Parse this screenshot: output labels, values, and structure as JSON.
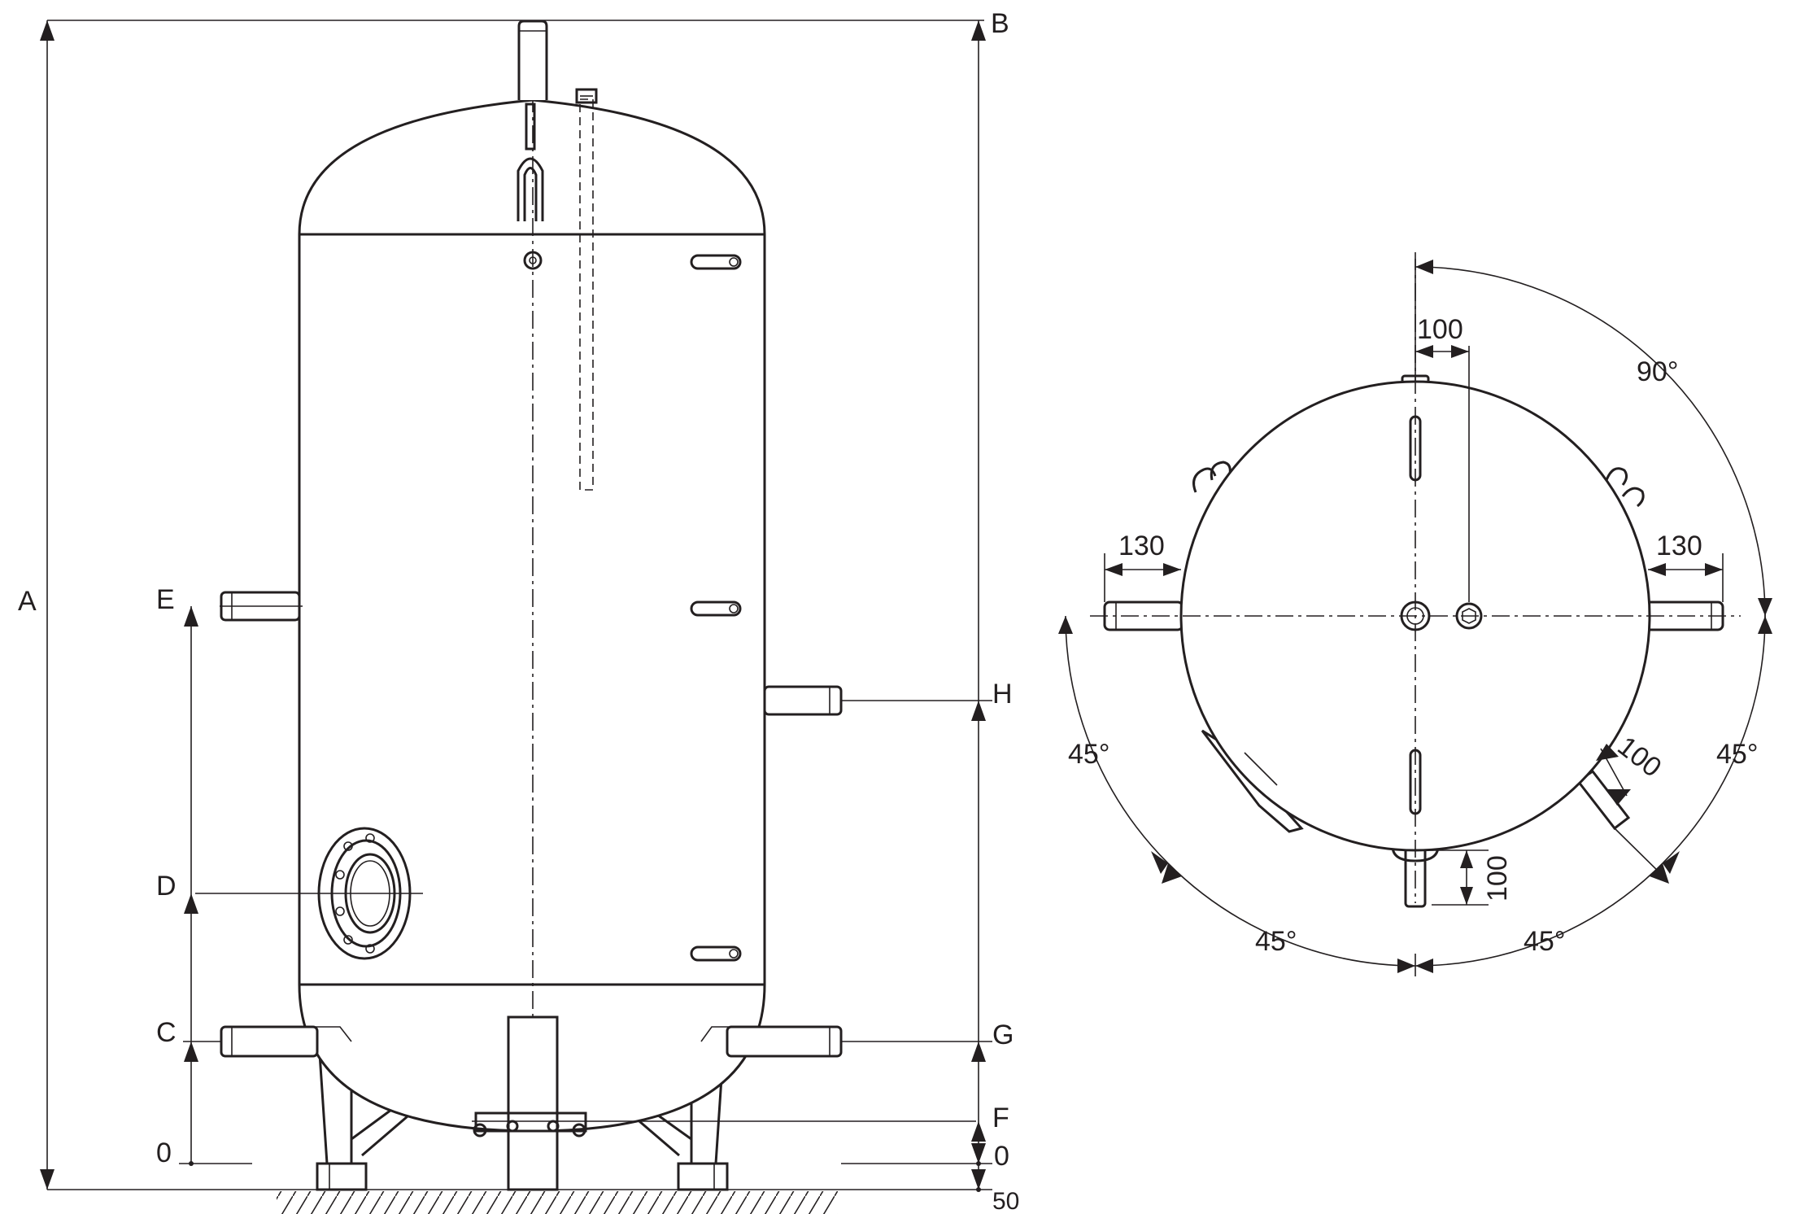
{
  "side_view": {
    "dimension_labels": {
      "A": "A",
      "B": "B",
      "C": "C",
      "D": "D",
      "E": "E",
      "F": "F",
      "G": "G",
      "H": "H",
      "zero_left": "0",
      "zero_right": "0",
      "offset": "50"
    }
  },
  "top_view": {
    "dimensions": {
      "spacing_top": "100",
      "nozzle_left": "130",
      "nozzle_right": "130",
      "nozzle_angled": "100",
      "nozzle_bottom": "100"
    },
    "angles": {
      "upper_right": "90°",
      "left_upper": "45°",
      "right_upper": "45°",
      "bottom_left": "45°",
      "bottom_right": "45°"
    }
  }
}
